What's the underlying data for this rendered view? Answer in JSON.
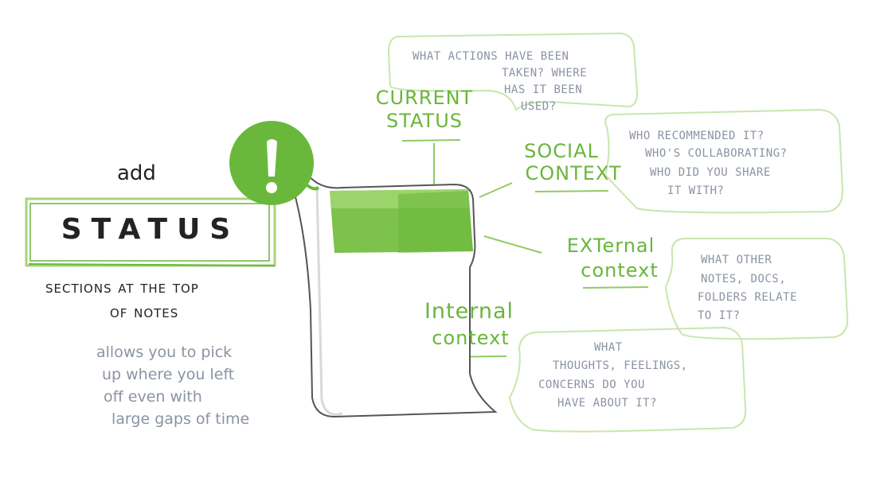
{
  "left_panel": {
    "add_label": "add",
    "status_label": "STATUS",
    "sections_line_1": "sections at the top",
    "sections_line_2": "of notes",
    "pickup_lines": [
      "allows you to pick",
      "up where you left",
      "off even with",
      "large gaps of time"
    ]
  },
  "icons": {
    "alert": "exclamation-icon",
    "note": "document-icon"
  },
  "headings": {
    "current_status": [
      "CURRENT",
      "STATUS"
    ],
    "social_context": [
      "SOCIAL",
      "CONTEXT"
    ],
    "external_context": [
      "EXTernal",
      "context"
    ],
    "internal_context": [
      "Internal",
      "context"
    ]
  },
  "bubbles": {
    "current_status": [
      "What actions have been",
      "taken? Where",
      "has it been",
      "used?"
    ],
    "social_context": [
      "who recommended it?",
      "who's collaborating?",
      "who did you share",
      "it with?"
    ],
    "external_context": [
      "what other",
      "notes, docs,",
      "folders relate",
      "to it?"
    ],
    "internal_context": [
      "what",
      "thoughts, feelings,",
      "concerns do you",
      "have about it?"
    ]
  },
  "colors": {
    "accent_green": "#69b63b",
    "light_green": "#a6d67b",
    "ink": "#232323",
    "gray_text": "#8a93a3"
  }
}
